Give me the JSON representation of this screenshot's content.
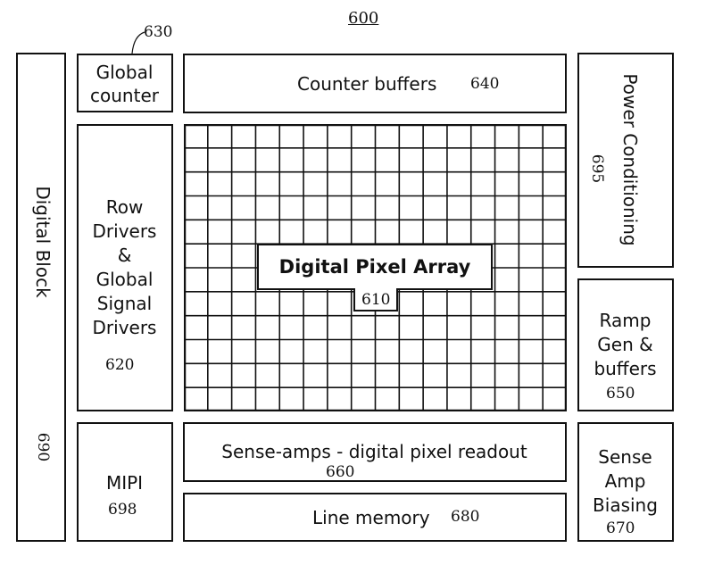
{
  "figure_number": "600",
  "blocks": {
    "digital_block": {
      "label": "Digital Block",
      "ref": "690"
    },
    "global_counter": {
      "label_line1": "Global",
      "label_line2": "counter",
      "ref": "630"
    },
    "counter_buffers": {
      "label": "Counter buffers",
      "ref": "640"
    },
    "power_conditioning": {
      "label": "Power Conditioning",
      "ref": "695"
    },
    "row_drivers": {
      "line1": "Row",
      "line2": "Drivers",
      "line3": "&",
      "line4": "Global",
      "line5": "Signal",
      "line6": "Drivers",
      "ref": "620"
    },
    "pixel_array": {
      "label": "Digital Pixel Array",
      "ref": "610"
    },
    "ramp_gen": {
      "line1": "Ramp",
      "line2": "Gen &",
      "line3": "buffers",
      "ref": "650"
    },
    "mipi": {
      "label": "MIPI",
      "ref": "698"
    },
    "sense_amps": {
      "label": "Sense-amps - digital pixel readout",
      "ref": "660"
    },
    "line_memory": {
      "label": "Line memory",
      "ref": "680"
    },
    "sense_amp_biasing": {
      "line1": "Sense",
      "line2": "Amp",
      "line3": "Biasing",
      "ref": "670"
    }
  }
}
